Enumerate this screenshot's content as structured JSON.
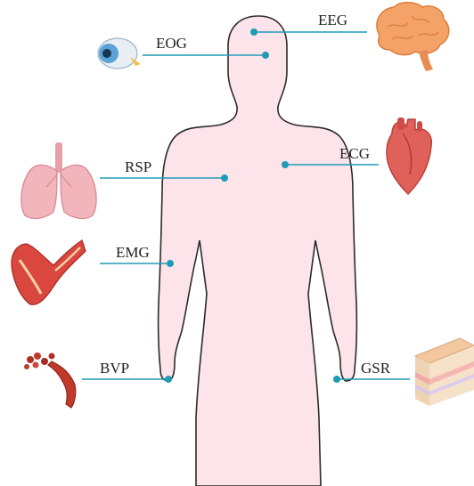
{
  "labels": {
    "eeg": "EEG",
    "eog": "EOG",
    "ecg": "ECG",
    "rsp": "RSP",
    "emg": "EMG",
    "bvp": "BVP",
    "gsr": "GSR"
  },
  "icons": {
    "brain": "brain-icon",
    "eye": "eye-icon",
    "heart": "heart-icon",
    "lungs": "lungs-icon",
    "muscle": "arm-muscle-icon",
    "blood": "blood-vessel-icon",
    "skin": "skin-layers-icon"
  },
  "colors": {
    "body_fill": "#fde4ea",
    "body_stroke": "#2b2b2b",
    "connector": "#1f9bb5",
    "sensor_dot": "#1f9bb5"
  }
}
